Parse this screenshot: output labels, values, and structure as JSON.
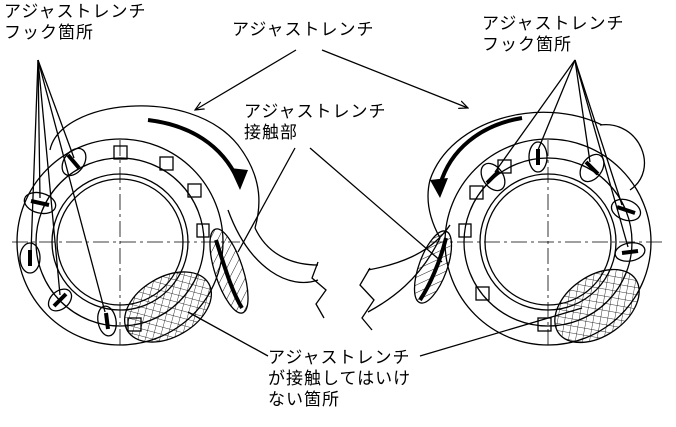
{
  "labels": {
    "hook_left": [
      "アジャストレンチ",
      "フック箇所"
    ],
    "wrench_top": "アジャストレンチ",
    "contact": [
      "アジャストレンチ",
      "接触部"
    ],
    "hook_right": [
      "アジャストレンチ",
      "フック箇所"
    ],
    "no_contact": [
      "アジャストレンチ",
      "が接触してはいけ",
      "ない箇所"
    ]
  },
  "colors": {
    "ink": "#000000",
    "paper": "#ffffff"
  }
}
